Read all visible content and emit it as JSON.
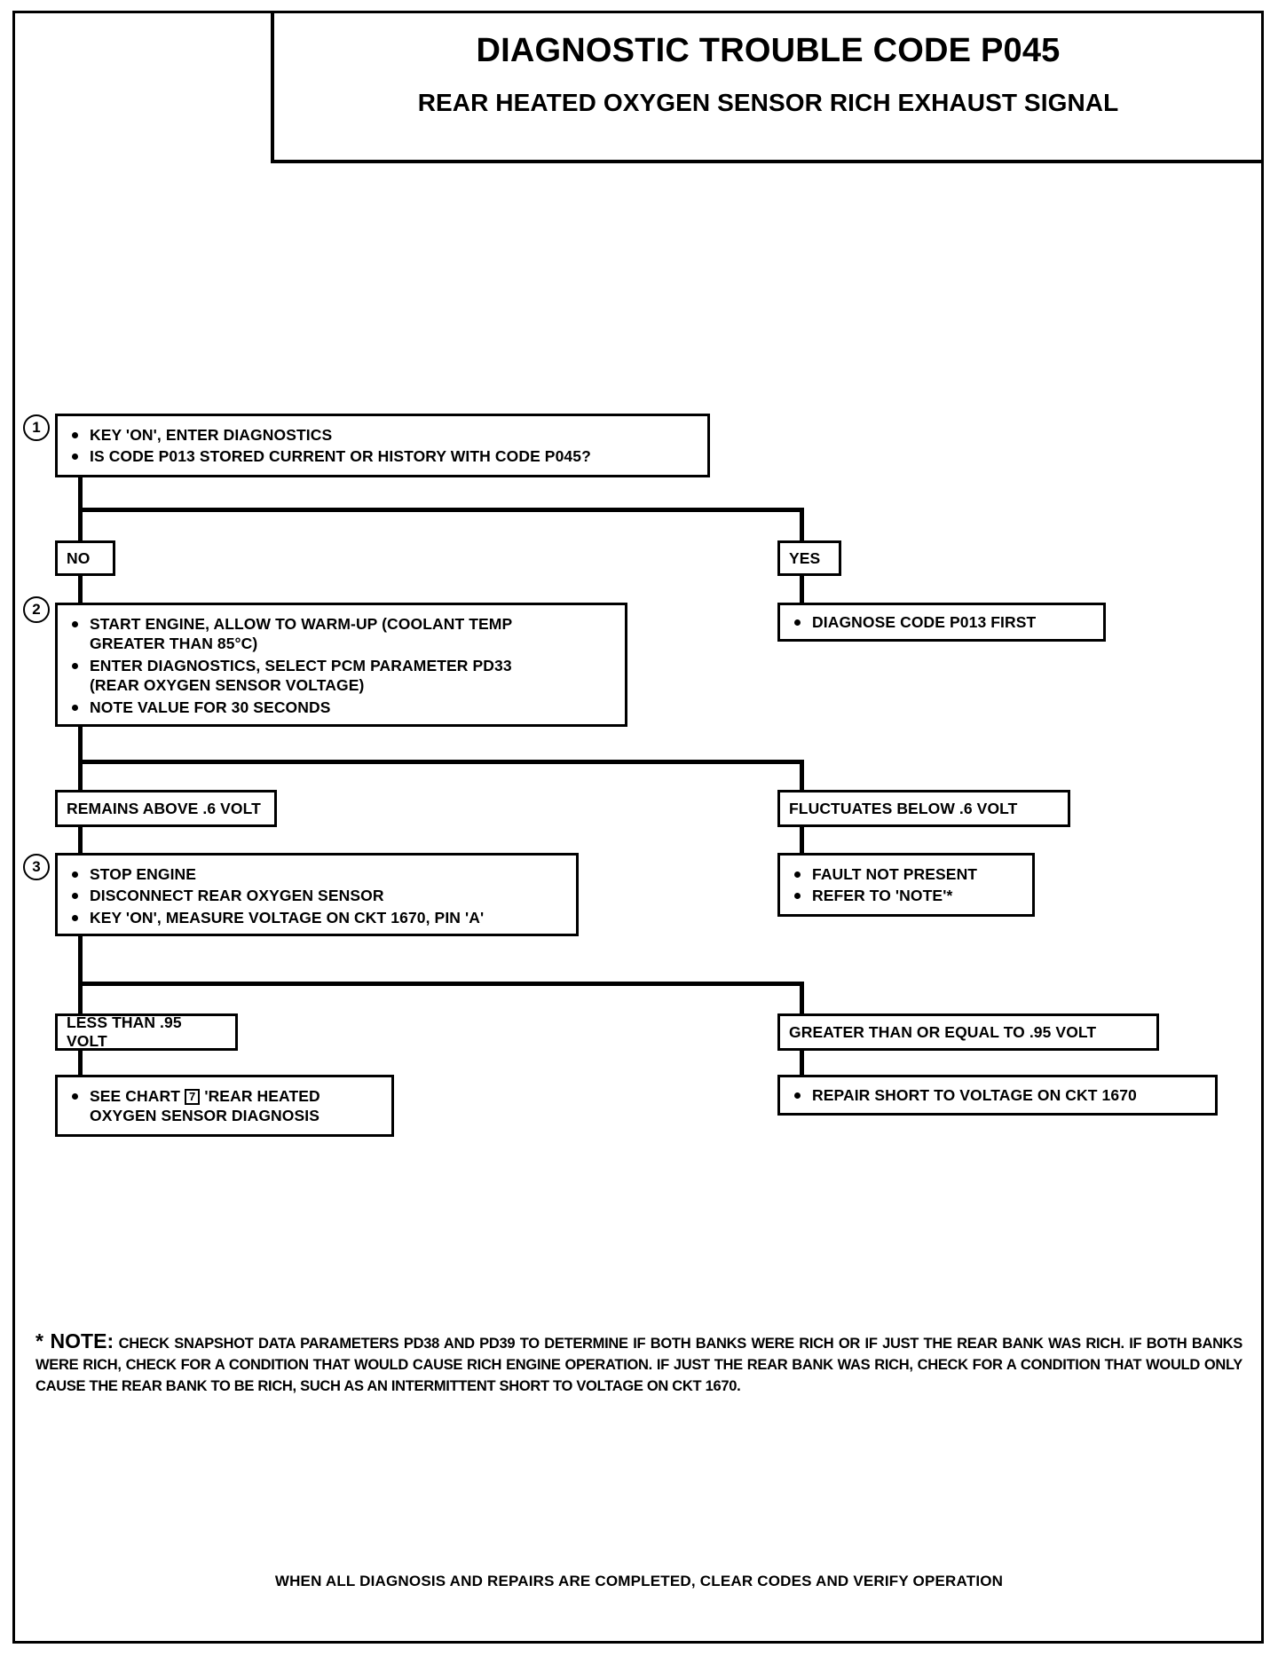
{
  "header": {
    "title": "DIAGNOSTIC TROUBLE CODE P045",
    "subtitle": "REAR HEATED OXYGEN SENSOR RICH EXHAUST SIGNAL"
  },
  "steps": {
    "one": "1",
    "two": "2",
    "three": "3"
  },
  "boxes": {
    "step1": {
      "lines": [
        "KEY 'ON', ENTER DIAGNOSTICS",
        "IS CODE P013 STORED CURRENT OR HISTORY WITH CODE P045?"
      ]
    },
    "branch_no": "NO",
    "branch_yes": "YES",
    "diagnose_first": "DIAGNOSE CODE P013 FIRST",
    "step2": {
      "lines": [
        "START ENGINE, ALLOW TO WARM-UP (COOLANT TEMP",
        "GREATER THAN  85°C)",
        "ENTER DIAGNOSTICS, SELECT PCM PARAMETER PD33",
        "(REAR OXYGEN SENSOR VOLTAGE)",
        "NOTE VALUE FOR 30 SECONDS"
      ]
    },
    "remains_above": "REMAINS ABOVE .6 VOLT",
    "fluctuates_below": "FLUCTUATES BELOW .6 VOLT",
    "step3": {
      "lines": [
        "STOP ENGINE",
        "DISCONNECT REAR OXYGEN SENSOR",
        "KEY 'ON', MEASURE VOLTAGE ON CKT 1670, PIN 'A'"
      ]
    },
    "fault_not_present": {
      "lines": [
        "FAULT NOT  PRESENT",
        "REFER TO 'NOTE'*"
      ]
    },
    "less_than": "LESS THAN .95 VOLT",
    "greater_equal": "GREATER THAN OR EQUAL TO .95 VOLT",
    "see_chart": {
      "prefix": "SEE CHART",
      "ref": "7",
      "suffix": "'REAR HEATED",
      "line2": "OXYGEN SENSOR DIAGNOSIS"
    },
    "repair_short": "REPAIR SHORT TO VOLTAGE ON CKT 1670"
  },
  "note": {
    "label": "* NOTE:",
    "body": "CHECK SNAPSHOT DATA PARAMETERS PD38 AND PD39 TO DETERMINE IF BOTH BANKS WERE RICH OR IF JUST THE REAR BANK WAS RICH. IF BOTH BANKS WERE RICH, CHECK FOR A CONDITION THAT WOULD CAUSE RICH ENGINE OPERATION. IF JUST THE REAR BANK WAS RICH, CHECK FOR A CONDITION THAT WOULD ONLY CAUSE THE REAR BANK TO BE RICH, SUCH AS AN INTERMITTENT SHORT TO VOLTAGE ON CKT 1670."
  },
  "footer": {
    "text": "WHEN ALL DIAGNOSIS AND REPAIRS ARE COMPLETED, CLEAR CODES AND VERIFY OPERATION"
  }
}
